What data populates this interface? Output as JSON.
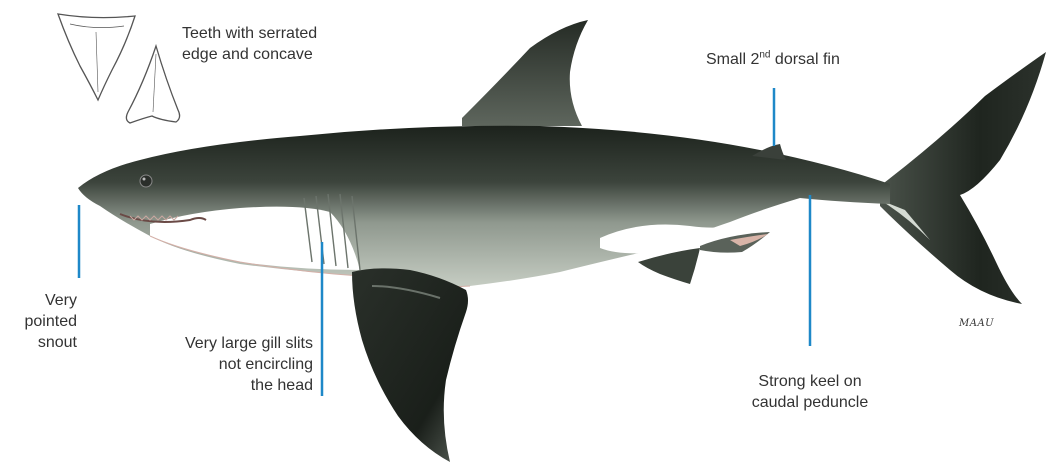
{
  "labels": {
    "teeth": [
      "Teeth with serrated",
      "edge and concave"
    ],
    "dorsal2": {
      "pre": "Small 2",
      "sup": "nd",
      "post": " dorsal fin"
    },
    "snout": [
      "Very",
      "pointed",
      "snout"
    ],
    "gill": [
      "Very large gill slits",
      "not encircling",
      "the head"
    ],
    "keel": [
      "Strong keel on",
      "caudal peduncle"
    ]
  },
  "signature": "MAAU",
  "colors": {
    "leader": "#1e88c8",
    "text": "#333333",
    "shark_dark": "#222822",
    "shark_mid": "#8a948a",
    "shark_light": "#c9d0c6",
    "belly": "#ffffff"
  }
}
